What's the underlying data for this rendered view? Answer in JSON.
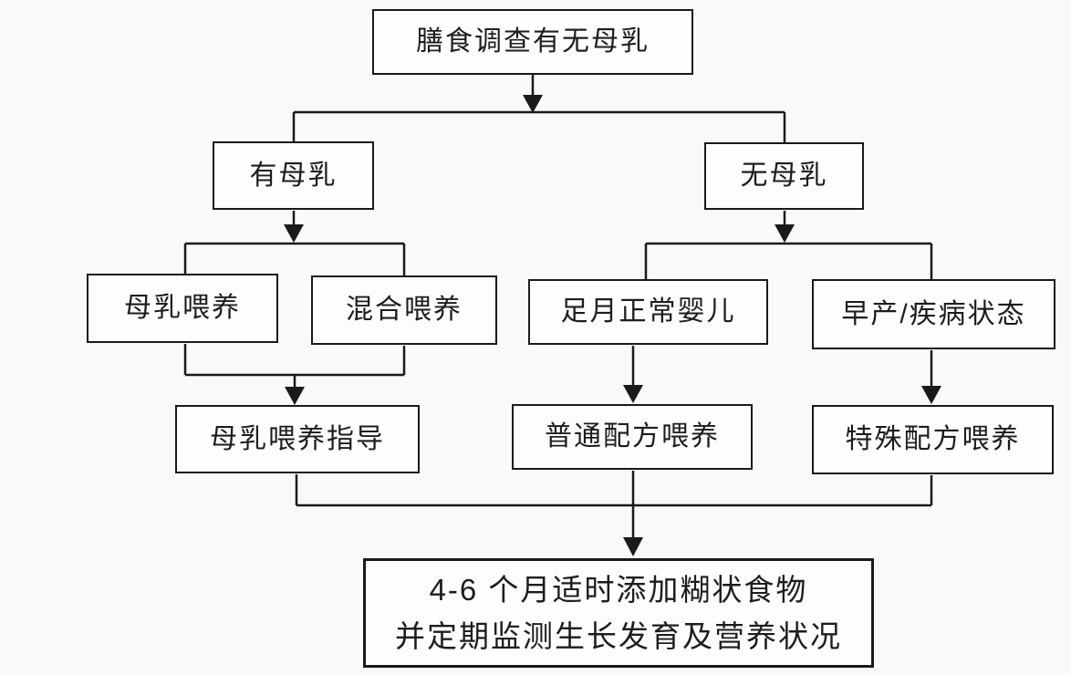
{
  "colors": {
    "background": "#f9f9f9",
    "box_fill": "#fdfdfd",
    "line": "#1a1a1a",
    "text": "#1d1d1d"
  },
  "nodes": {
    "root": {
      "label": "膳食调查有无母乳"
    },
    "has_milk": {
      "label": "有母乳"
    },
    "no_milk": {
      "label": "无母乳"
    },
    "breast_feeding": {
      "label": "母乳喂养"
    },
    "mixed_feeding": {
      "label": "混合喂养"
    },
    "fullterm_infant": {
      "label": "足月正常婴儿"
    },
    "preterm_disease": {
      "label": "早产/疾病状态"
    },
    "breastfeeding_guidance": {
      "label": "母乳喂养指导"
    },
    "regular_formula": {
      "label": "普通配方喂养"
    },
    "special_formula": {
      "label": "特殊配方喂养"
    },
    "outcome": {
      "line1": "4-6 个月适时添加糊状食物",
      "line2": "并定期监测生长发育及营养状况"
    }
  }
}
